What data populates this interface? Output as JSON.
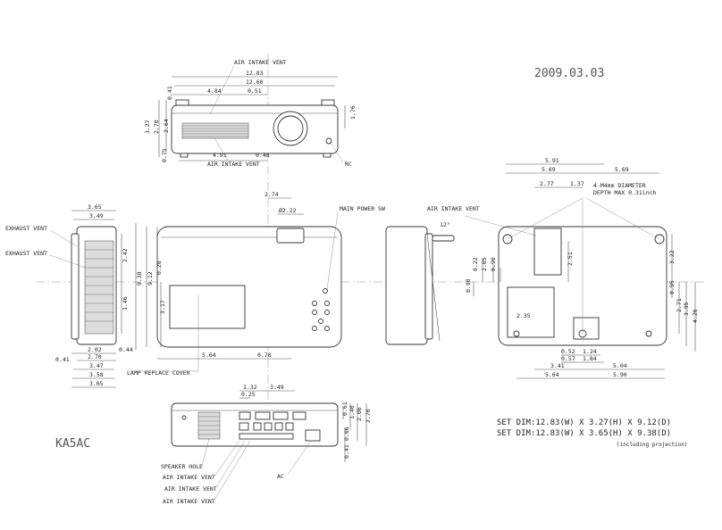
{
  "date": "2009.03.03",
  "model": "KA5AC",
  "set_dim": {
    "line1": "SET DIM:12.83(W) X 3.27(H) X 9.12(D)",
    "line2": "SET DIM:12.83(W) X 3.65(H) X 9.38(D)",
    "note": "(including projection)"
  },
  "labels": {
    "air_intake_top": "AIR INTAKE VENT",
    "air_intake_front": "AIR INTAKE VENT",
    "rc": "RC",
    "main_power_sw": "MAIN POWER SW",
    "air_intake_side": "AIR INTAKE VENT",
    "exhaust_1": "EXHAUST VENT",
    "exhaust_2": "EXHAUST VENT",
    "lamp_cover": "LAMP REPLACE COVER",
    "m4_line1": "4-M4mm DIAMETER",
    "m4_line2": "DEPTH MAX 0.31inch",
    "speaker_hole": "SPEAKER HOLE",
    "rear_intake_1": "AIR INTAKE VENT",
    "rear_intake_2": "AIR INTAKE VENT",
    "rear_intake_3": "AIR INTAKE VENT",
    "ac": "AC",
    "angle": "12°"
  },
  "dims_front": {
    "w1283": "12.83",
    "w1260": "12.60",
    "w484": "4.84",
    "w051": "0.51",
    "w491": "4.91",
    "w048": "0.48",
    "h041": "0.41",
    "h327": "3.27",
    "h270": "2.70",
    "h264": "2.64",
    "h176": "1.76",
    "h075": "0.75"
  },
  "dims_top": {
    "d274": "2.74",
    "d222": "Ø2.22",
    "h938": "9.38",
    "h912": "9.12",
    "h028": "0.28",
    "h317": "3.17",
    "w564": "5.64",
    "w078": "0.78"
  },
  "dims_left": {
    "w365": "3.65",
    "w349": "3.49",
    "h242": "2.42",
    "h146": "1.46",
    "w041": "0.41",
    "w202": "2.02",
    "w270": "2.70",
    "w044": "0.44",
    "w347": "3.47",
    "w358": "3.58",
    "w365b": "3.65"
  },
  "dims_bottom": {
    "w591": "5.91",
    "w569a": "5.69",
    "w569b": "5.69",
    "w277": "2.77",
    "w137": "1.37",
    "h022": "0.22",
    "h205": "2.05",
    "h090": "0.90",
    "h098": "0.98",
    "h251": "2.51",
    "h322": "3.22",
    "h095": "0.95",
    "h271": "2.71",
    "h395": "3.95",
    "h426": "4.26",
    "w235": "2.35",
    "w052": "0.52",
    "w124": "1.24",
    "w057": "0.57",
    "w184": "1.84",
    "w341": "3.41",
    "w504": "5.04",
    "w564": "5.64",
    "w590": "5.90"
  },
  "dims_rear": {
    "w132": "1.32",
    "w349": "3.49",
    "w025": "0.25",
    "h061": "0.61",
    "h140": "1.40",
    "h206": "2.06",
    "h270": "2.70",
    "h066": "0.66",
    "h041": "0.41"
  }
}
